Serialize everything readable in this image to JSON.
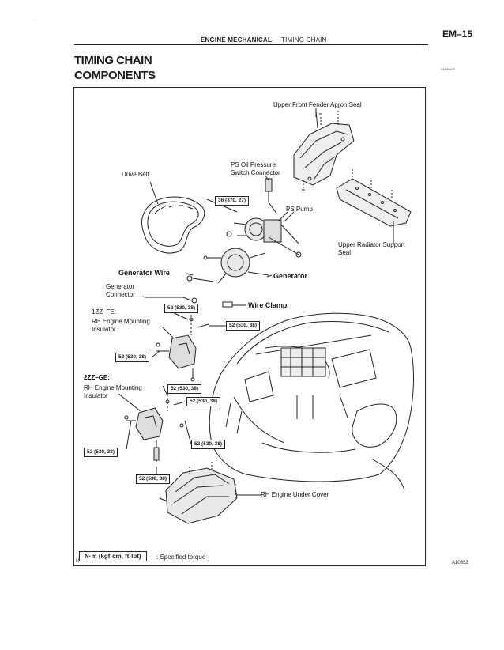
{
  "header": {
    "section": "ENGINE MECHANICAL",
    "separator": "-",
    "subsection": "TIMING CHAIN",
    "page_number": "EM–15"
  },
  "title": {
    "line1": "TIMING CHAIN",
    "line2": "COMPONENTS",
    "small_code": "EM0Pu03"
  },
  "labels": {
    "upper_fender_seal": "Upper Front Fender Apron Seal",
    "ps_switch_line1": "PS Oil Pressure",
    "ps_switch_line2": "Switch Connector",
    "drive_belt": "Drive Belt",
    "ps_pump": "PS Pump",
    "upper_radiator_line1": "Upper Radiator Support",
    "upper_radiator_line2": "Seal",
    "generator_wire": "Generator Wire",
    "generator": "Generator",
    "generator_connector_line1": "Generator",
    "generator_connector_line2": "Connector",
    "wire_clamp": "Wire Clamp",
    "zz1_line1": "1ZZ–FE:",
    "zz1_line2": "RH Engine Mounting",
    "zz1_line3": "Insulator",
    "zz2_line1": "2ZZ–GE:",
    "zz2_line2": "RH Engine Mounting",
    "zz2_line3": "Insulator",
    "under_cover": "RH Engine Under Cover"
  },
  "torque": {
    "t36": "36 (370, 27)",
    "t52": "52 (530, 38)"
  },
  "legend": {
    "unit_box": "N·m (kgf·cm, ft·lbf)",
    "description": ": Specified torque"
  },
  "footer": {
    "left_mark": "N",
    "figure_code": "A10352"
  }
}
